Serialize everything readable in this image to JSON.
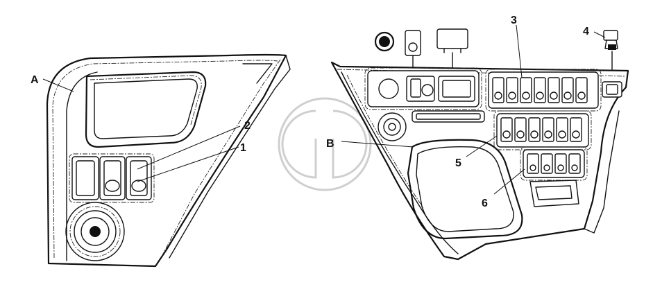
{
  "figure": {
    "labels": {
      "panel_a": "A",
      "panel_b": "B",
      "callout_1": "1",
      "callout_2": "2",
      "callout_3": "3",
      "callout_4": "4",
      "callout_5": "5",
      "callout_6": "6"
    },
    "watermark_icon": "gd-logo-watermark"
  }
}
